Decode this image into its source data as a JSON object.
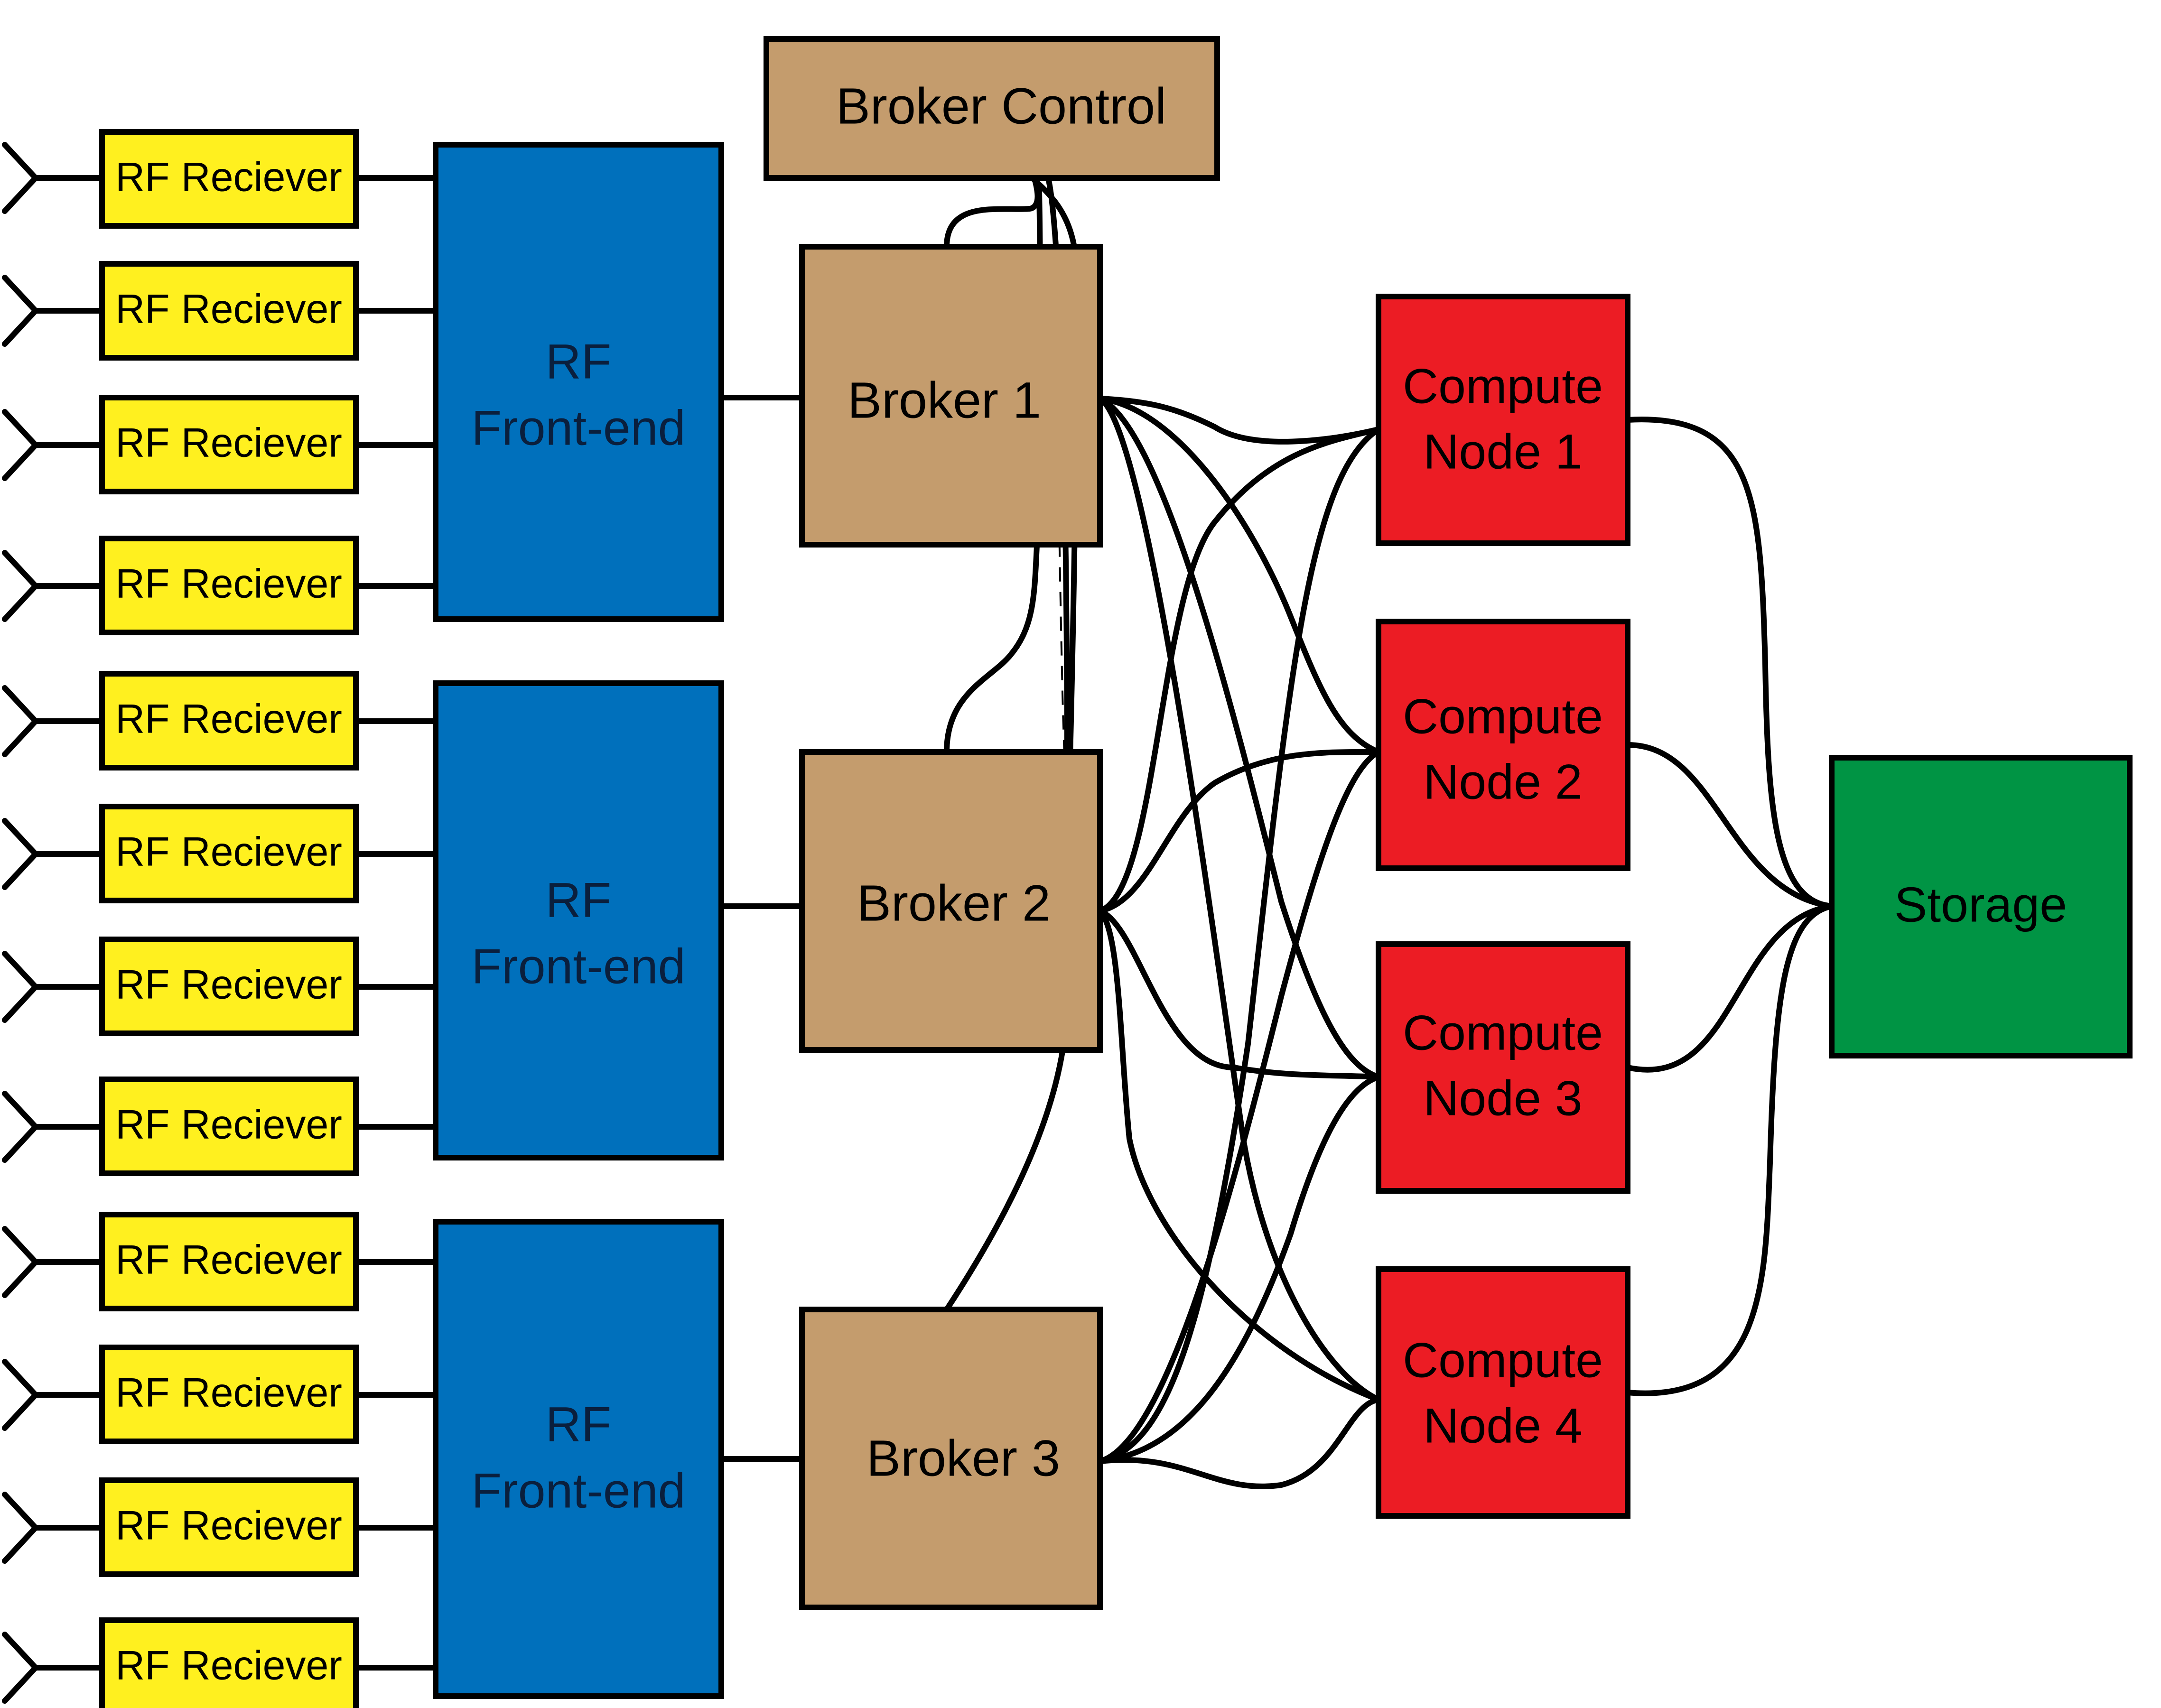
{
  "receivers": [
    "RF Reciever",
    "RF Reciever",
    "RF Reciever",
    "RF Reciever",
    "RF Reciever",
    "RF Reciever",
    "RF Reciever",
    "RF Reciever",
    "RF Reciever",
    "RF Reciever",
    "RF Reciever",
    "RF Reciever"
  ],
  "frontends": [
    {
      "line1": "RF",
      "line2": "Front-end"
    },
    {
      "line1": "RF",
      "line2": "Front-end"
    },
    {
      "line1": "RF",
      "line2": "Front-end"
    }
  ],
  "brokers": [
    "Broker 1",
    "Broker 2",
    "Broker 3"
  ],
  "broker_control": "Broker Control",
  "compute_nodes": [
    {
      "line1": "Compute",
      "line2": "Node 1"
    },
    {
      "line1": "Compute",
      "line2": "Node 2"
    },
    {
      "line1": "Compute",
      "line2": "Node 3"
    },
    {
      "line1": "Compute",
      "line2": "Node 4"
    }
  ],
  "storage": "Storage",
  "colors": {
    "receiver": "#FFF01F",
    "frontend": "#0070BC",
    "broker": "#C49C6D",
    "compute": "#EC1C24",
    "storage": "#009444"
  }
}
